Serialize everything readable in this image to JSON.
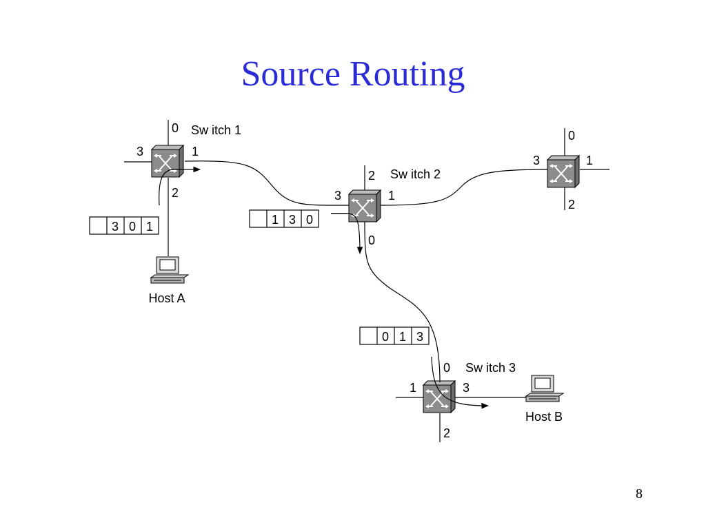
{
  "title": "Source Routing",
  "page_number": "8",
  "switches": [
    {
      "name": "Sw itch 1",
      "ports": [
        "0",
        "1",
        "2",
        "3"
      ]
    },
    {
      "name": "Sw itch 2",
      "ports": [
        "0",
        "1",
        "2",
        "3"
      ]
    },
    {
      "name": "",
      "ports": [
        "0",
        "1",
        "2",
        "3"
      ]
    },
    {
      "name": "Sw itch 3",
      "ports": [
        "0",
        "1",
        "2",
        "3"
      ]
    }
  ],
  "hosts": [
    {
      "label": "Host A"
    },
    {
      "label": "Host B"
    }
  ],
  "headers": [
    {
      "cells": [
        "",
        "3",
        "0",
        "1"
      ]
    },
    {
      "cells": [
        "",
        "1",
        "3",
        "0"
      ]
    },
    {
      "cells": [
        "",
        "0",
        "1",
        "3"
      ]
    }
  ]
}
